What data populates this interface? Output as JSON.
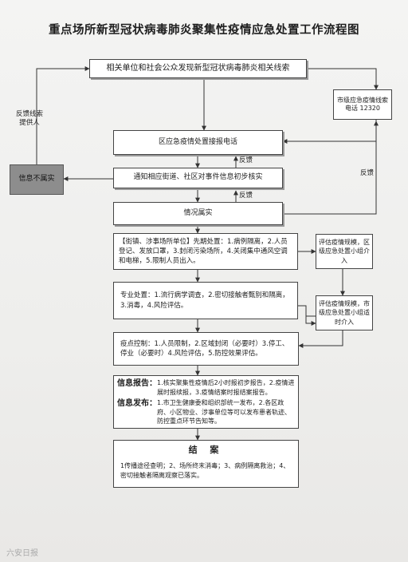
{
  "title": "重点场所新型冠状病毒肺炎聚集性疫情应急处置工作流程图",
  "boxes": {
    "discover": "相关单位和社会公众发现新型冠状病毒肺炎相关线索",
    "hotline": "市级应急疫情线索电话 12320",
    "district_hotline": "区应急疫情处置接报电话",
    "not_true": "信息不属实",
    "notify": "通知相应街道、社区对事件信息初步核实",
    "true_info": "情况属实",
    "town_unit": "【街镇、涉事场所单位】先期处置：1.病例隔离，2.人员登记、发放口罩，3.封闭污染场所，4.关闭集中通风空调和电梯，5.限制人员出入。",
    "assess_district": "评估疫情规模，区级应急处置小组介入",
    "professional": "专业处置：1.流行病学调查，2.密切接触者甄别和隔离，3.消毒，4.风险评估。",
    "assess_city": "评估疫情规模，市级应急处置小组适时介入",
    "epidemic_control": "疫点控制：1.人员限制，2.区域封闭（必要时）3.停工、停业（必要时）4.风险评估，5.防控效果评估。",
    "report_heading": "信息报告：",
    "report_text": "1.核实聚集性疫情后2小时报初步报告，2.疫情进展时报续报，3.疫情结案时报结案报告。",
    "release_heading": "信息发布：",
    "release_text": "1.市卫生健康委和组织部统一发布，2.各区政府、小区物业、涉事单位等可以发布患者轨迹、防控重点环节告知等。",
    "end_heading": "结 案",
    "end_text": "1传播途径查明；2、场所终末消毒；3、病例隔离救治；4、密切接触者隔离观察已落实。"
  },
  "labels": {
    "feedback_left": "反馈线索提供人",
    "feedback_1": "反馈",
    "feedback_2": "反馈",
    "feedback_right": "反馈"
  },
  "watermark": "六安日报"
}
